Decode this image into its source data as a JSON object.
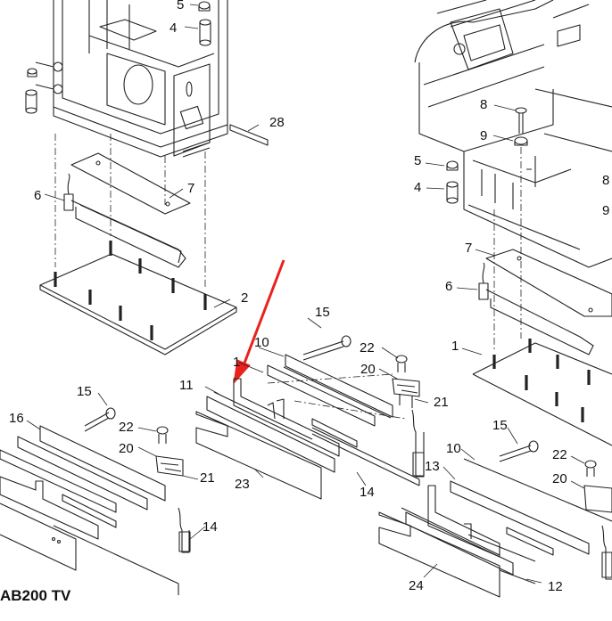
{
  "caption": "AB200 TV",
  "callouts": [
    {
      "id": "c5a",
      "text": "5"
    },
    {
      "id": "c4a",
      "text": "4"
    },
    {
      "id": "c28",
      "text": "28"
    },
    {
      "id": "c6a",
      "text": "6"
    },
    {
      "id": "c7a",
      "text": "7"
    },
    {
      "id": "c2",
      "text": "2"
    },
    {
      "id": "c15a",
      "text": "15"
    },
    {
      "id": "c10a",
      "text": "10"
    },
    {
      "id": "c1a",
      "text": "1"
    },
    {
      "id": "c22a",
      "text": "22"
    },
    {
      "id": "c20a",
      "text": "20"
    },
    {
      "id": "c11",
      "text": "11"
    },
    {
      "id": "c21a",
      "text": "21"
    },
    {
      "id": "c23",
      "text": "23"
    },
    {
      "id": "c14a",
      "text": "14"
    },
    {
      "id": "c15b",
      "text": "15"
    },
    {
      "id": "c16",
      "text": "16"
    },
    {
      "id": "c22b",
      "text": "22"
    },
    {
      "id": "c20b",
      "text": "20"
    },
    {
      "id": "c21b",
      "text": "21"
    },
    {
      "id": "c14b",
      "text": "14"
    },
    {
      "id": "c8a",
      "text": "8"
    },
    {
      "id": "c9a",
      "text": "9"
    },
    {
      "id": "c5b",
      "text": "5"
    },
    {
      "id": "c4b",
      "text": "4"
    },
    {
      "id": "c8b",
      "text": "8"
    },
    {
      "id": "c9b",
      "text": "9"
    },
    {
      "id": "c7b",
      "text": "7"
    },
    {
      "id": "c6b",
      "text": "6"
    },
    {
      "id": "c1b",
      "text": "1"
    },
    {
      "id": "c15c",
      "text": "15"
    },
    {
      "id": "c10b",
      "text": "10"
    },
    {
      "id": "c13",
      "text": "13"
    },
    {
      "id": "c22c",
      "text": "22"
    },
    {
      "id": "c20c",
      "text": "20"
    },
    {
      "id": "c24",
      "text": "24"
    },
    {
      "id": "c12",
      "text": "12"
    }
  ],
  "accent_color": "#e8231d"
}
